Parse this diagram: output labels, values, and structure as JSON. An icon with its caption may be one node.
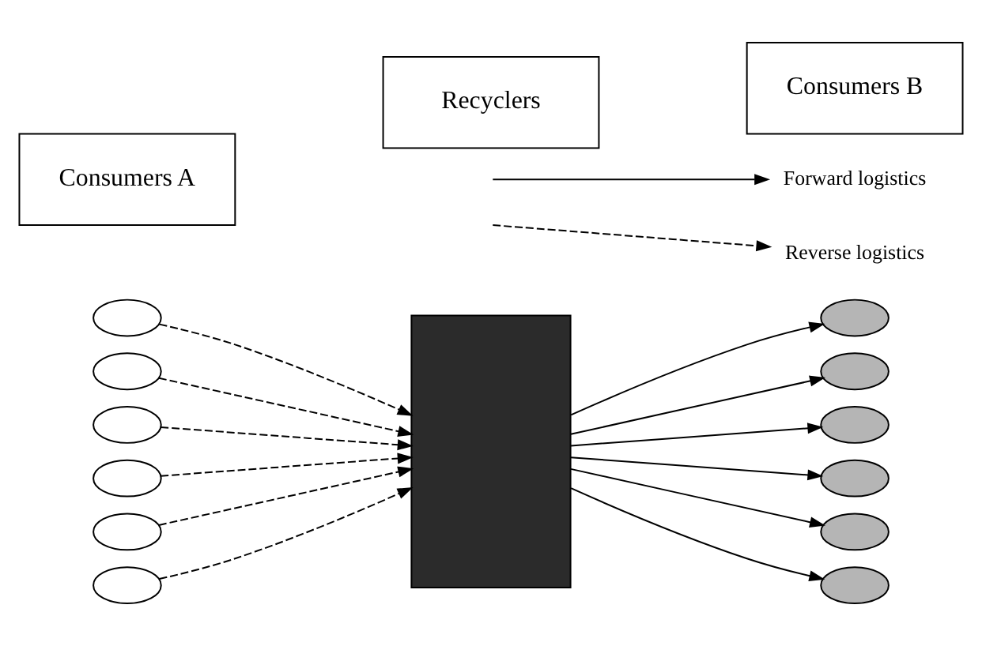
{
  "diagram": {
    "nodes": [
      {
        "text": [],
        "shape": "ellipse"
      },
      {
        "text": [],
        "shape": "ellipse"
      },
      {
        "text": [],
        "shape": "ellipse"
      },
      {
        "text": [],
        "shape": "ellipse"
      },
      {
        "text": [],
        "shape": "ellipse"
      },
      {
        "text": [],
        "shape": "ellipse"
      },
      {
        "text": [],
        "shape": "box"
      },
      {
        "text": [],
        "shape": "ellipse"
      },
      {
        "text": [],
        "shape": "ellipse"
      },
      {
        "text": [],
        "shape": "ellipse"
      },
      {
        "text": [],
        "shape": "ellipse"
      },
      {
        "text": [],
        "shape": "ellipse"
      },
      {
        "text": [],
        "shape": "ellipse"
      },
      {
        "text": [
          "Consumers A"
        ]
      },
      {
        "text": [
          "Recyclers"
        ]
      },
      {
        "text": [
          "Consumers B"
        ]
      }
    ],
    "edges": [
      {
        "from": 0,
        "to": 6,
        "arrow": "to",
        "style": "dashed"
      },
      {
        "from": 1,
        "to": 6,
        "arrow": "to",
        "style": "dashed"
      },
      {
        "from": 2,
        "to": 6,
        "arrow": "to",
        "style": "dashed"
      },
      {
        "from": 3,
        "to": 6,
        "arrow": "to",
        "style": "dashed"
      },
      {
        "from": 4,
        "to": 6,
        "arrow": "to",
        "style": "dashed"
      },
      {
        "from": 5,
        "to": 6,
        "arrow": "to",
        "style": "dashed"
      },
      {
        "from": 6,
        "to": 7,
        "arrow": "to"
      },
      {
        "from": 6,
        "to": 8,
        "arrow": "to"
      },
      {
        "from": 6,
        "to": 9,
        "arrow": "to"
      },
      {
        "from": 6,
        "to": 10,
        "arrow": "to"
      },
      {
        "from": 6,
        "to": 11,
        "arrow": "to"
      },
      {
        "from": 6,
        "to": 12,
        "arrow": "to"
      }
    ],
    "legend": [
      {
        "text": "Forward logistics"
      },
      {
        "text": "Reverse logistics"
      }
    ]
  }
}
